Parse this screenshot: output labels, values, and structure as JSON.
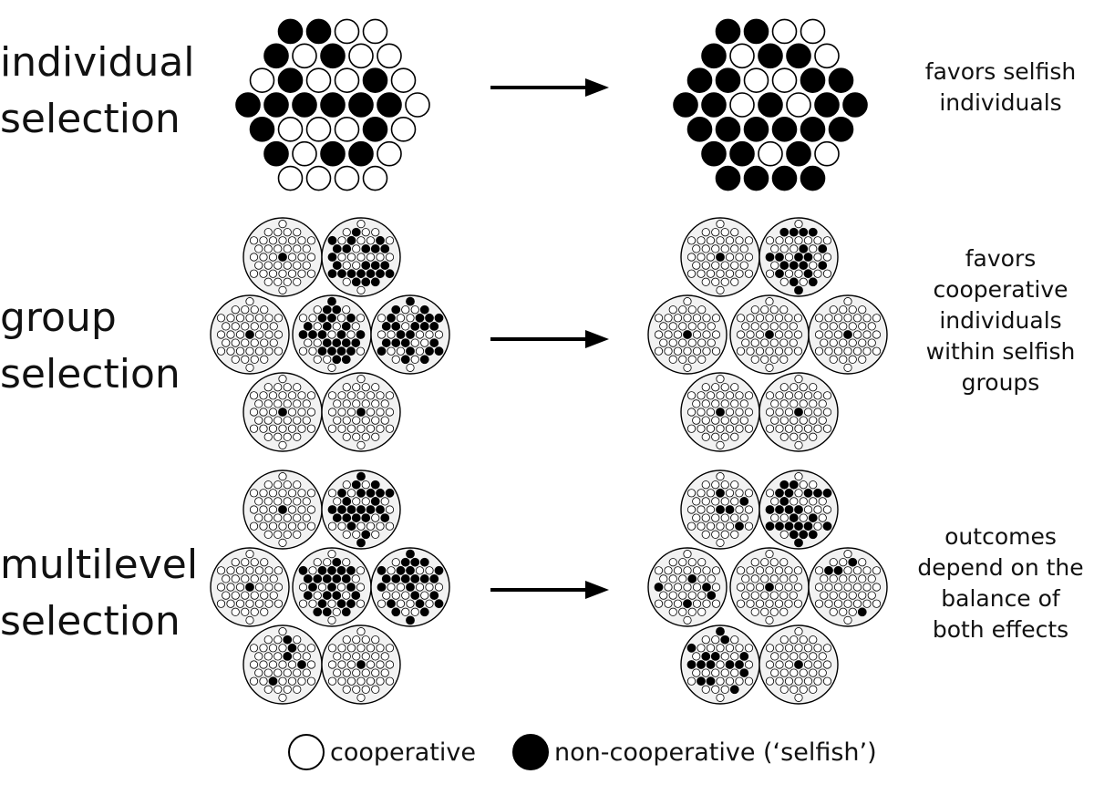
{
  "rows": [
    {
      "id": "individual",
      "label_lines": [
        "individual",
        "selection"
      ],
      "desc_lines": [
        "favors selfish",
        "individuals"
      ],
      "before": {
        "type": "flat",
        "selfish_fraction": 0.45
      },
      "after": {
        "type": "flat",
        "selfish_fraction": 0.73
      }
    },
    {
      "id": "group",
      "label_lines": [
        "group",
        "selection"
      ],
      "desc_lines": [
        "favors",
        "cooperative",
        "individuals",
        "within selfish",
        "groups"
      ],
      "before": {
        "type": "groups",
        "selfish_per_group": [
          1,
          24,
          1,
          24,
          24,
          1,
          1
        ]
      },
      "after": {
        "type": "groups",
        "selfish_per_group": [
          1,
          19,
          1,
          1,
          1,
          1,
          1
        ]
      }
    },
    {
      "id": "multilevel",
      "label_lines": [
        "multilevel",
        "selection"
      ],
      "desc_lines": [
        "outcomes",
        "depend on the",
        "balance of",
        "both effects"
      ],
      "before": {
        "type": "groups",
        "selfish_per_group": [
          1,
          24,
          1,
          24,
          24,
          5,
          1
        ]
      },
      "after": {
        "type": "groups",
        "selfish_per_group": [
          5,
          24,
          5,
          1,
          4,
          15,
          1
        ]
      }
    }
  ],
  "legend": {
    "cooperative_label": "cooperative",
    "selfish_label": "non-cooperative (‘selfish’)"
  },
  "colors": {
    "cooperative": "#ffffff",
    "selfish": "#000000",
    "group_fill": "#f2f2f2",
    "stroke": "#000000"
  }
}
